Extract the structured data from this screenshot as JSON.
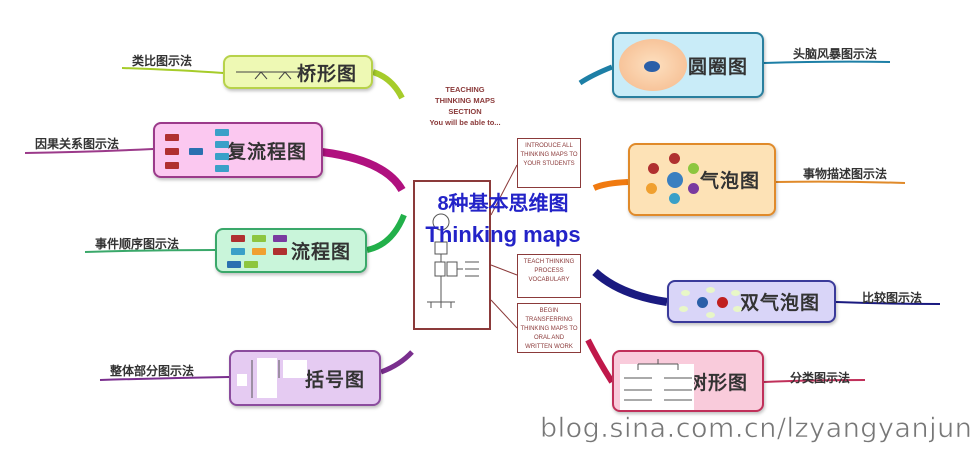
{
  "center": {
    "teaching_heading": [
      "TEACHING",
      "THINKING MAPS",
      "SECTION",
      "You will be able to..."
    ],
    "title_cn": "8种基本思维图",
    "title_en": "Thinking maps",
    "objectives": [
      "INTRODUCE ALL THINKING MAPS TO YOUR STUDENTS",
      "TEACH THINKING PROCESS VOCABULARY",
      "BEGIN TRANSFERRING THINKING MAPS TO ORAL AND WRITTEN WORK"
    ]
  },
  "left_nodes": [
    {
      "title": "桥形图",
      "label": "类比图示法",
      "fill": "#eef9b4",
      "border": "#b7d24a",
      "branch": "#a6cc2a"
    },
    {
      "title": "复流程图",
      "label": "因果关系图示法",
      "fill": "#fbc8f0",
      "border": "#9b3a8a",
      "branch": "#b0117f"
    },
    {
      "title": "流程图",
      "label": "事件顺序图示法",
      "fill": "#c9f5da",
      "border": "#3aa86a",
      "branch": "#22b04a"
    },
    {
      "title": "括号图",
      "label": "整体部分图示法",
      "fill": "#e5cbf2",
      "border": "#8b4c9e",
      "branch": "#7a2f8e"
    }
  ],
  "right_nodes": [
    {
      "title": "圆圈图",
      "label": "头脑风暴图示法",
      "fill": "#c9ecf8",
      "border": "#2a7f9e",
      "branch": "#1d7fa6"
    },
    {
      "title": "气泡图",
      "label": "事物描述图示法",
      "fill": "#fde2b6",
      "border": "#e08a2a",
      "branch": "#f07a10"
    },
    {
      "title": "双气泡图",
      "label": "比较图示法",
      "fill": "#d9d5f8",
      "border": "#3a3a9a",
      "branch": "#1a1a80"
    },
    {
      "title": "树形图",
      "label": "分类图示法",
      "fill": "#f9cbdb",
      "border": "#c0305a",
      "branch": "#c0184a"
    }
  ],
  "watermark": "blog.sina.com.cn/lzyangyanjun"
}
